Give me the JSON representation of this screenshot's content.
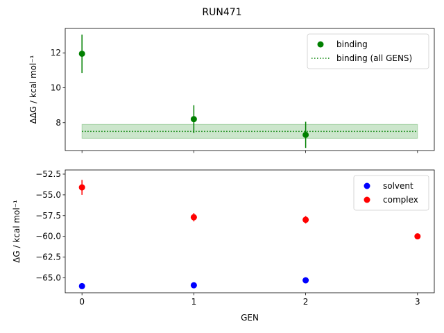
{
  "figure": {
    "title": "RUN471"
  },
  "chart_data": [
    {
      "type": "scatter",
      "panel": "top",
      "xlabel": "",
      "ylabel": "ΔΔG / kcal mol⁻¹",
      "xlim": [
        -0.15,
        3.15
      ],
      "ylim": [
        6.4,
        13.4
      ],
      "x_ticks": [
        0,
        1,
        2,
        3
      ],
      "x_tick_labels_visible": false,
      "y_ticks": [
        8,
        10,
        12
      ],
      "y_tick_labels": [
        "8",
        "10",
        "12"
      ],
      "grid": false,
      "legend": {
        "placement": "upper right",
        "entries": [
          {
            "label": "binding",
            "marker": "circle",
            "color": "#008000"
          },
          {
            "label": "binding (all GENS)",
            "marker": "dotted-line",
            "color": "#008000"
          }
        ]
      },
      "series": [
        {
          "name": "binding",
          "color": "#008000",
          "x": [
            0,
            1,
            2
          ],
          "y": [
            11.95,
            8.2,
            7.3
          ],
          "yerr": [
            1.1,
            0.8,
            0.75
          ]
        }
      ],
      "reference": {
        "name": "binding (all GENS)",
        "color": "#008000",
        "style": "dotted",
        "x_range": [
          0,
          3
        ],
        "y": 7.5,
        "band": [
          7.1,
          7.9
        ],
        "band_color": "#008000",
        "band_opacity": 0.2
      }
    },
    {
      "type": "scatter",
      "panel": "bottom",
      "xlabel": "GEN",
      "ylabel": "ΔG / kcal mol⁻¹",
      "xlim": [
        -0.15,
        3.15
      ],
      "ylim": [
        -66.8,
        -52.0
      ],
      "x_ticks": [
        0,
        1,
        2,
        3
      ],
      "x_tick_labels": [
        "0",
        "1",
        "2",
        "3"
      ],
      "y_ticks": [
        -52.5,
        -55.0,
        -57.5,
        -60.0,
        -62.5,
        -65.0
      ],
      "y_tick_labels": [
        "−52.5",
        "−55.0",
        "−57.5",
        "−60.0",
        "−62.5",
        "−65.0"
      ],
      "grid": false,
      "legend": {
        "placement": "upper right",
        "entries": [
          {
            "label": "solvent",
            "marker": "circle",
            "color": "#0000ff"
          },
          {
            "label": "complex",
            "marker": "circle",
            "color": "#ff0000"
          }
        ]
      },
      "series": [
        {
          "name": "solvent",
          "color": "#0000ff",
          "x": [
            0,
            1,
            2
          ],
          "y": [
            -66.0,
            -65.9,
            -65.3
          ],
          "yerr": [
            0.25,
            0.25,
            0.3
          ]
        },
        {
          "name": "complex",
          "color": "#ff0000",
          "x": [
            0,
            1,
            2,
            3
          ],
          "y": [
            -54.1,
            -57.7,
            -58.0,
            -60.0
          ],
          "yerr": [
            0.9,
            0.5,
            0.45,
            0.35
          ]
        }
      ]
    }
  ]
}
